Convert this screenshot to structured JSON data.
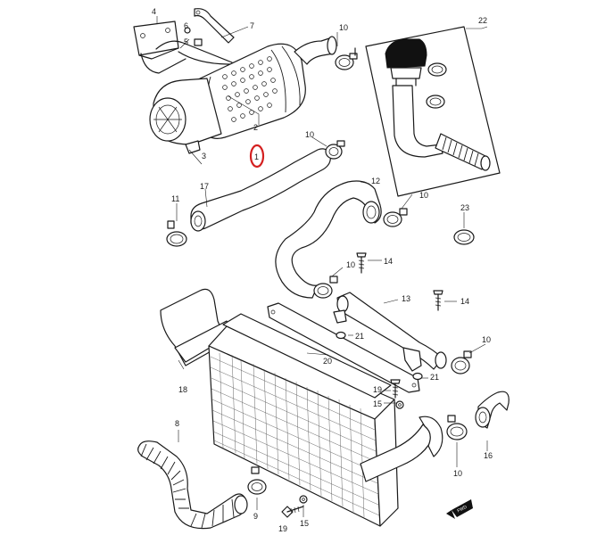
{
  "diagram": {
    "callouts": [
      "1",
      "2",
      "3",
      "4",
      "5",
      "6",
      "7",
      "8",
      "9",
      "10",
      "11",
      "12",
      "13",
      "14",
      "15",
      "16",
      "17",
      "18",
      "19",
      "20",
      "21",
      "22",
      "23"
    ],
    "highlight_color": "#d42020",
    "front_marker": "FWD"
  }
}
